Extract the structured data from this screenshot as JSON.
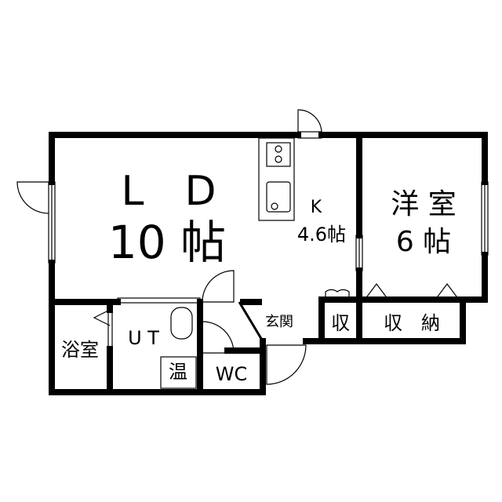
{
  "floor_plan": {
    "rooms": {
      "ld_title": "L　D",
      "ld_size": "10 帖",
      "kitchen_title": "K",
      "kitchen_size": "4.6帖",
      "western_title": "洋 室",
      "western_size": "6 帖",
      "bath": "浴室",
      "utility": "U T",
      "water_heater": "温",
      "toilet": "WC",
      "entrance": "玄関",
      "storage_small": "収",
      "closet": "収　納"
    },
    "colors": {
      "line": "#000000",
      "background": "#ffffff"
    }
  }
}
